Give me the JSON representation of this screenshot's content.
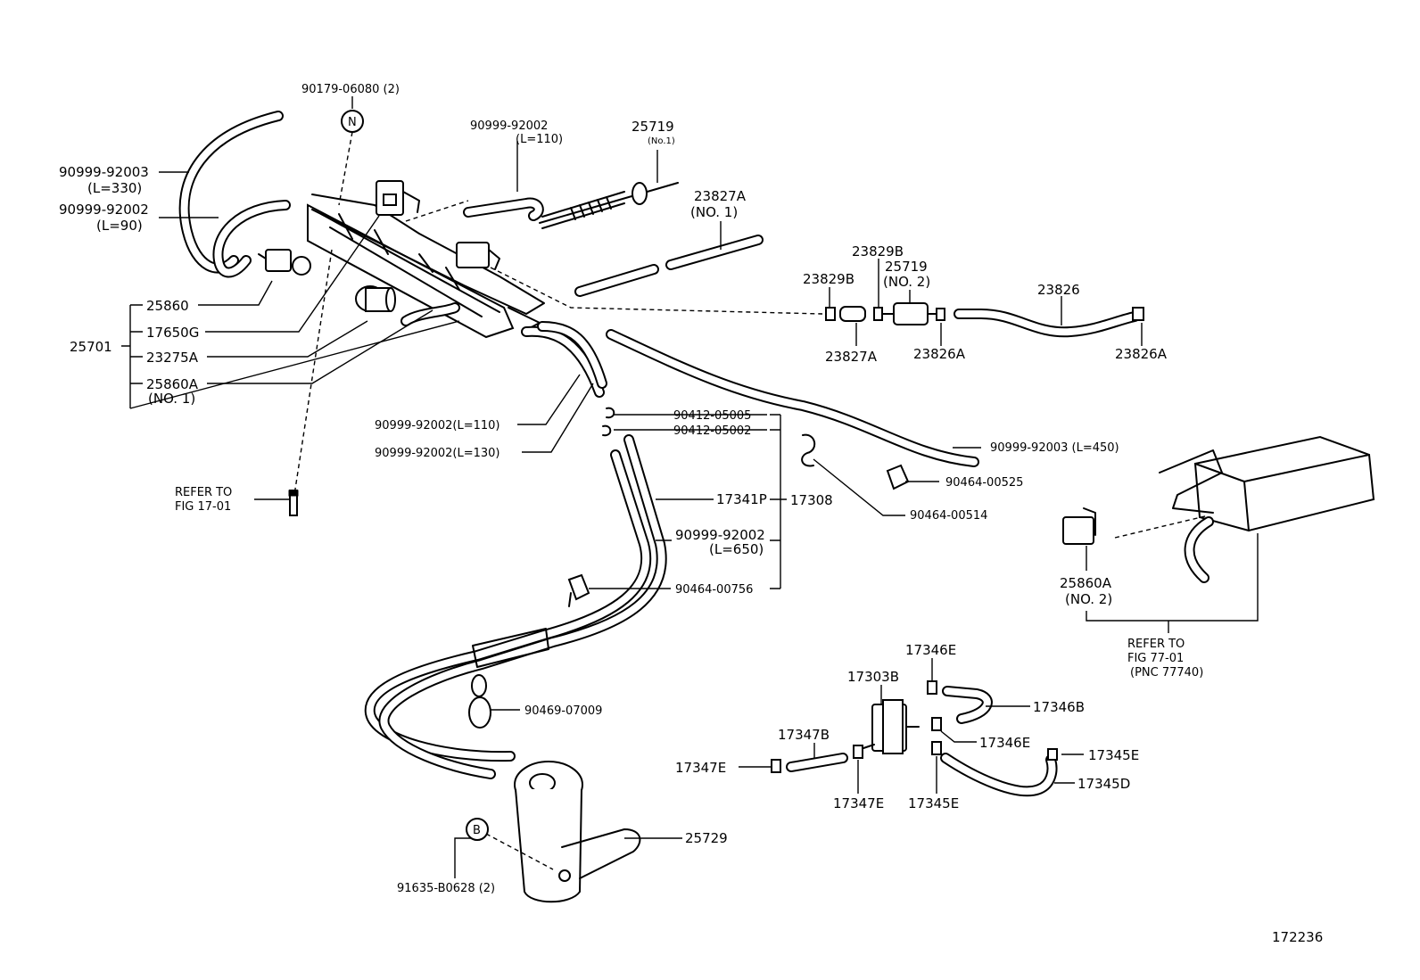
{
  "figure_number": "172236",
  "labels": {
    "p90179_06080": "90179-06080 (2)",
    "badge_n": "N",
    "p90999_92003_l330_part": "90999-92003",
    "p90999_92003_l330_len": "(L=330)",
    "p90999_92002_l90_part": "90999-92002",
    "p90999_92002_l90_len": "(L=90)",
    "p90999_92002_l110_top_part": "90999-92002",
    "p90999_92002_l110_top_len": "(L=110)",
    "p25719_no1_part": "25719",
    "p25719_no1_sub": "(No.1)",
    "p23827a_no1_part": "23827A",
    "p23827a_no1_sub": "(NO. 1)",
    "p25860": "25860",
    "p17650g": "17650G",
    "p23275a": "23275A",
    "p25860a_no1_part": "25860A",
    "p25860a_no1_sub": "(NO. 1)",
    "p25701": "25701",
    "p23829b_top": "23829B",
    "p23829b_left": "23829B",
    "p25719_no2_part": "25719",
    "p25719_no2_sub": "(NO. 2)",
    "p23826": "23826",
    "p23827a": "23827A",
    "p23826a_left": "23826A",
    "p23826a_right": "23826A",
    "p90999_92002_l110_mid": "90999-92002(L=110)",
    "p90999_92002_l130": "90999-92002(L=130)",
    "p90412_05005": "90412-05005",
    "p90412_05002": "90412-05002",
    "p90999_92003_l450": "90999-92003 (L=450)",
    "p90464_00525": "90464-00525",
    "p90464_00514": "90464-00514",
    "refer_17_01_line1": "REFER TO",
    "refer_17_01_line2": "FIG 17-01",
    "p17341p": "17341P",
    "p17308": "17308",
    "p90999_92002_l650_part": "90999-92002",
    "p90999_92002_l650_len": "(L=650)",
    "p90464_00756": "90464-00756",
    "p25860a_no2_part": "25860A",
    "p25860a_no2_sub": "(NO. 2)",
    "refer_77_01_line1": "REFER TO",
    "refer_77_01_line2": "FIG 77-01",
    "refer_77_01_line3": "(PNC 77740)",
    "p90469_07009": "90469-07009",
    "p17346e_top": "17346E",
    "p17303b": "17303B",
    "p17346b": "17346B",
    "p17347b": "17347B",
    "p17346e_mid": "17346E",
    "p17345e_right": "17345E",
    "p17347e_left": "17347E",
    "p17345d": "17345D",
    "p17347e_bottom": "17347E",
    "p17345e_bottom": "17345E",
    "p25729": "25729",
    "badge_b": "B",
    "p91635_b0628": "91635-B0628 (2)"
  }
}
